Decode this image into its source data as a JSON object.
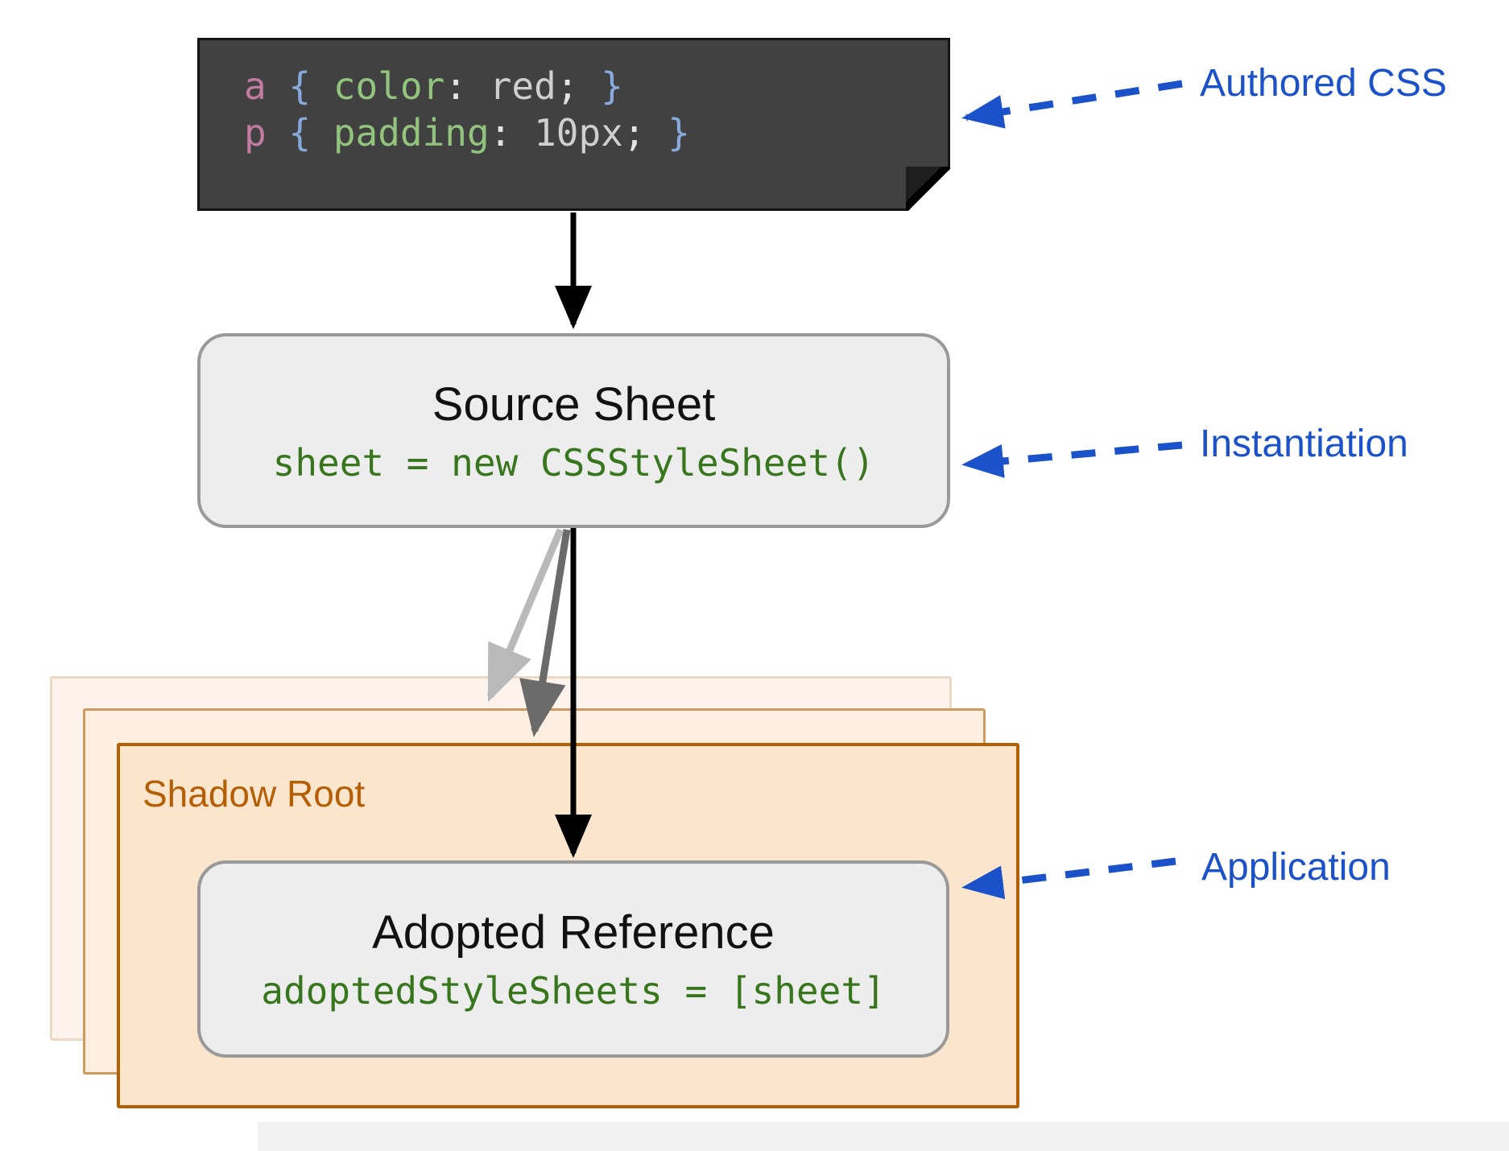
{
  "authored_css": {
    "annotation": "Authored CSS",
    "code_lines": [
      {
        "tokens": [
          {
            "text": "a",
            "type": "selector"
          },
          {
            "text": " ",
            "type": "plain"
          },
          {
            "text": "{",
            "type": "brace"
          },
          {
            "text": " ",
            "type": "plain"
          },
          {
            "text": "color",
            "type": "property"
          },
          {
            "text": ":",
            "type": "punct"
          },
          {
            "text": " ",
            "type": "plain"
          },
          {
            "text": "red",
            "type": "value"
          },
          {
            "text": ";",
            "type": "punct"
          },
          {
            "text": " ",
            "type": "plain"
          },
          {
            "text": "}",
            "type": "brace"
          }
        ]
      },
      {
        "tokens": [
          {
            "text": "p",
            "type": "selector"
          },
          {
            "text": " ",
            "type": "plain"
          },
          {
            "text": "{",
            "type": "brace"
          },
          {
            "text": " ",
            "type": "plain"
          },
          {
            "text": "padding",
            "type": "property"
          },
          {
            "text": ":",
            "type": "punct"
          },
          {
            "text": " ",
            "type": "plain"
          },
          {
            "text": "10px",
            "type": "value"
          },
          {
            "text": ";",
            "type": "punct"
          },
          {
            "text": " ",
            "type": "plain"
          },
          {
            "text": "}",
            "type": "brace"
          }
        ]
      }
    ]
  },
  "source_sheet": {
    "title": "Source Sheet",
    "code": "sheet = new CSSStyleSheet()",
    "annotation": "Instantiation"
  },
  "shadow_root": {
    "label": "Shadow Root"
  },
  "adopted_reference": {
    "title": "Adopted Reference",
    "code": "adoptedStyleSheets = [sheet]",
    "annotation": "Application"
  },
  "colors": {
    "theme": {
      "blue": "#1c52c9",
      "code-bg": "#414141",
      "code-border": "#141414",
      "panel-bg": "#ededed",
      "panel-border": "#999999",
      "code-green": "#38761d",
      "orange": "#b45f06",
      "orange-fill": "#fce5cd",
      "orange-mid-border": "#d09a5e",
      "orange-mid-fill": "#fdeee0",
      "orange-back-border": "#ead9c3",
      "orange-back-fill": "#fdf3ec",
      "arrow-black": "#000000",
      "arrow-gray-dark": "#6b6b6b",
      "arrow-gray-light": "#b9b9b9",
      "strip": "#f1f1f1"
    },
    "syntax": {
      "selector": "#c27ba0",
      "brace": "#88a9dc",
      "property": "#93c47d",
      "value": "#cfcfcf",
      "punct": "#e3e3e3",
      "plain": "#d0d0d0"
    }
  }
}
